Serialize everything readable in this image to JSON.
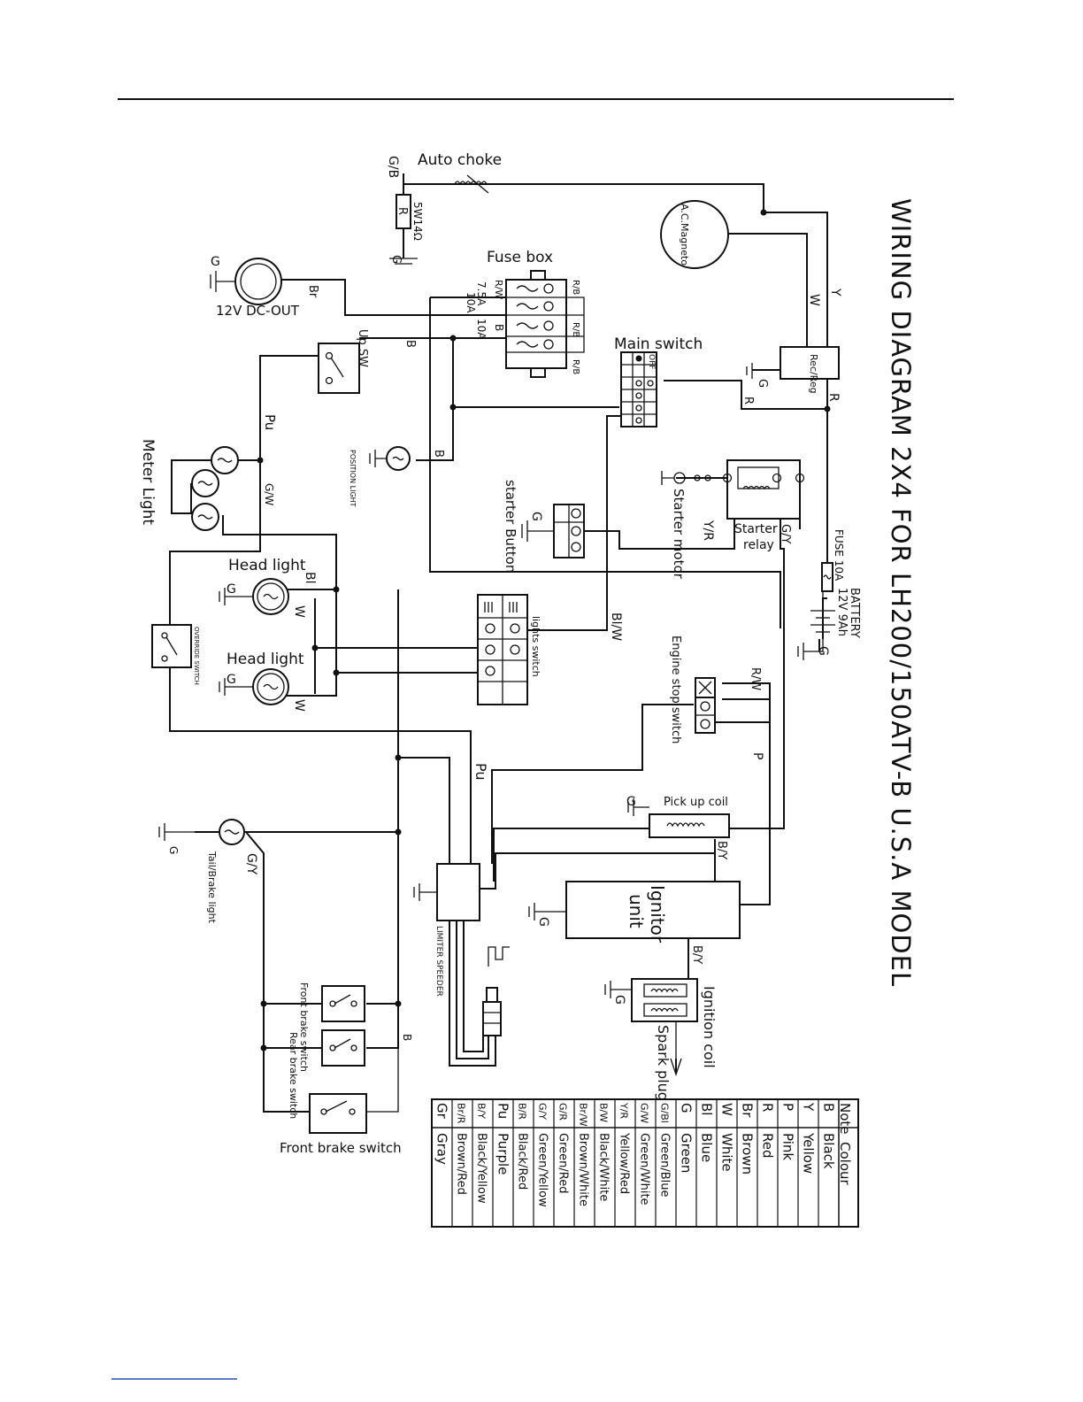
{
  "title": "WIRING DIAGRAM 2X4 FOR LH200/150ATV-B  U.S.A MODEL",
  "components": {
    "auto_choke": "Auto choke",
    "resistor": "R",
    "resistor_rating": "5W14Ω",
    "ac_magneto": "A.C.Magneto",
    "fuse_box": "Fuse box",
    "fuse_75a": "7.5A",
    "fuse_10a": "10A",
    "fuse_10a_b": "10A",
    "dc_out": "12V DC-OUT",
    "up_sw": "Up SW",
    "main_switch": "Main switch",
    "main_switch_off": "OFF",
    "rec_reg": "Rec/Reg",
    "meter_light": "Meter Light",
    "position_light": "POSITION LIGHT",
    "starter_button": "starter Button",
    "starter_motor": "Starter motor",
    "starter_relay_1": "Starter",
    "starter_relay_2": "relay",
    "fuse_main": "FUSE 10A",
    "battery_1": "BATTERY",
    "battery_2": "12V 9Ah",
    "head_light_1": "Head light",
    "head_light_2": "Head light",
    "override_switch": "OVERRIDE SWITCH",
    "lights_switch": "lights switch",
    "engine_stop_switch": "Engine stop switch",
    "pick_up_coil": "Pick up coil",
    "ignitor_1": "Ignitor",
    "ignitor_2": "unit",
    "ignition_coil": "Ignition coil",
    "spark_plug": "Spark plug",
    "tail_brake_light": "Tail/Brake light",
    "limiter_speeder": "LIMITER SPEEDER",
    "front_brake_switch_a": "Front brake switch",
    "rear_brake_switch": "Rear brake switch",
    "front_brake_switch_b": "Front brake switch"
  },
  "wire_labels": {
    "gb": "G/B",
    "g_res": "G",
    "g_dc": "G",
    "br": "Br",
    "rw": "R/W",
    "b_fuse": "B",
    "rb1": "R/B",
    "rb2": "R/B",
    "rb3": "R/B",
    "b_upsw": "B",
    "w_mag": "W",
    "y_mag": "Y",
    "g_reg": "G",
    "r_reg": "R",
    "r_main": "R",
    "pu_meter": "Pu",
    "gw_meter": "G/W",
    "b_pos": "B",
    "g_start": "G",
    "yr": "Y/R",
    "gy_relay": "G/Y",
    "g_batt": "G",
    "g_hl1": "G",
    "bl_hl1": "Bl",
    "w_hl1": "W",
    "g_hl2": "G",
    "w_hl2": "W",
    "blw": "Bl/W",
    "rw_stop": "R/W",
    "p_stop": "P",
    "pu_mid": "Pu",
    "g_pickup": "G",
    "by_pickup": "B/Y",
    "g_ign": "G",
    "by_ign": "B/Y",
    "g_coil": "G",
    "g_tail": "G",
    "gy_tail": "G/Y",
    "b_brake": "B"
  },
  "legend": {
    "header_note": "Note",
    "header_colour": "Colour",
    "rows": [
      {
        "code": "B",
        "name": "Black"
      },
      {
        "code": "Y",
        "name": "Yellow"
      },
      {
        "code": "P",
        "name": "Pink"
      },
      {
        "code": "R",
        "name": "Red"
      },
      {
        "code": "Br",
        "name": "Brown"
      },
      {
        "code": "W",
        "name": "White"
      },
      {
        "code": "Bl",
        "name": "Blue"
      },
      {
        "code": "G",
        "name": "Green"
      },
      {
        "code": "G/Bl",
        "name": "Green/Blue"
      },
      {
        "code": "G/W",
        "name": "Green/White"
      },
      {
        "code": "Y/R",
        "name": "Yellow/Red"
      },
      {
        "code": "B/W",
        "name": "Black/White"
      },
      {
        "code": "Br/W",
        "name": "Brown/White"
      },
      {
        "code": "G/R",
        "name": "Green/Red"
      },
      {
        "code": "G/Y",
        "name": "Green/Yellow"
      },
      {
        "code": "B/R",
        "name": "Black/Red"
      },
      {
        "code": "Pu",
        "name": "Purple"
      },
      {
        "code": "B/Y",
        "name": "Black/Yellow"
      },
      {
        "code": "Br/R",
        "name": "Brown/Red"
      },
      {
        "code": "Gr",
        "name": "Gray"
      }
    ]
  }
}
